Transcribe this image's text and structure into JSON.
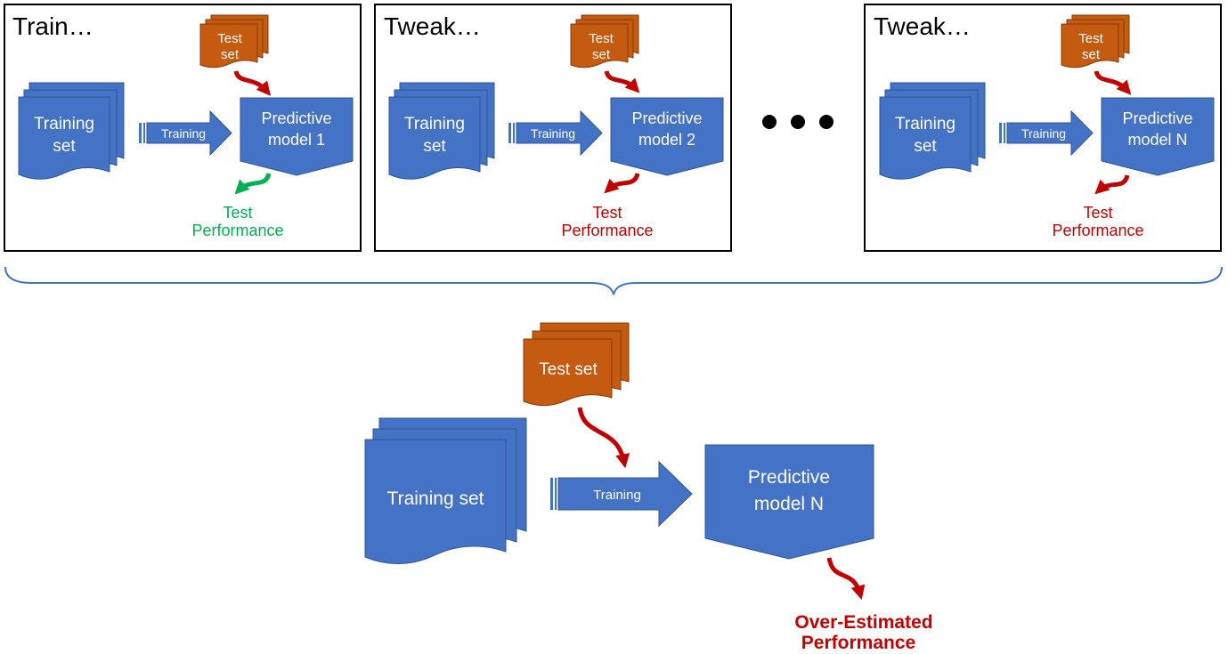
{
  "panels": [
    {
      "title": "Train…",
      "test_set": [
        "Test",
        "set"
      ],
      "training_set": [
        "Training",
        "set"
      ],
      "training_arrow": "Training",
      "model": [
        "Predictive",
        "model 1"
      ],
      "result": [
        "Test",
        "Performance"
      ]
    },
    {
      "title": "Tweak…",
      "test_set": [
        "Test",
        "set"
      ],
      "training_set": [
        "Training",
        "set"
      ],
      "training_arrow": "Training",
      "model": [
        "Predictive",
        "model 2"
      ],
      "result": [
        "Test",
        "Performance"
      ]
    },
    {
      "title": "Tweak…",
      "test_set": [
        "Test",
        "set"
      ],
      "training_set": [
        "Training",
        "set"
      ],
      "training_arrow": "Training",
      "model": [
        "Predictive",
        "model N"
      ],
      "result": [
        "Test",
        "Performance"
      ]
    }
  ],
  "final": {
    "test_set": "Test set",
    "training_set": "Training set",
    "training_arrow": "Training",
    "model": [
      "Predictive",
      "model N"
    ],
    "result": [
      "Over-Estimated",
      "Performance"
    ]
  },
  "colors": {
    "blue": "#4472c4",
    "blue_border": "#2f5597",
    "orange": "#c55a11",
    "orange_border": "#843c0c",
    "red": "#c00000",
    "green": "#00b050"
  }
}
